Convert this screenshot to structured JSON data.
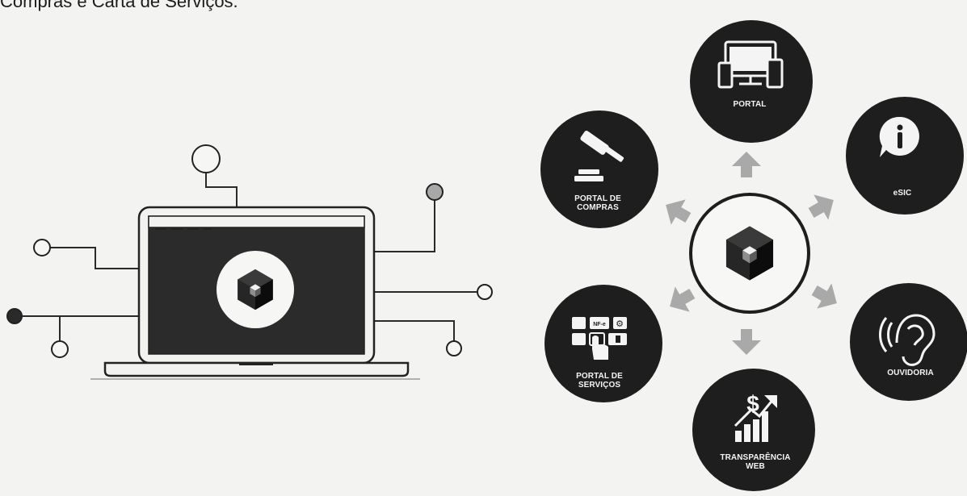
{
  "caption": "Compras e Carta de Serviços.",
  "nodes": {
    "portal": {
      "line1": "PORTAL"
    },
    "esic": {
      "line1": "eSIC"
    },
    "ouvidoria": {
      "line1": "OUVIDORIA"
    },
    "transparencia": {
      "line1": "TRANSPARÊNCIA",
      "line2": "WEB"
    },
    "portal_servicos": {
      "line1": "PORTAL DE",
      "line2": "SERVIÇOS"
    },
    "portal_compras": {
      "line1": "PORTAL DE",
      "line2": "COMPRAS"
    }
  },
  "services_icon_tiles": [
    "NF-e",
    "⚙"
  ],
  "colors": {
    "background": "#f3f3f1",
    "node_fill": "#1e1e1e",
    "screen": "#2b2b2b",
    "arrow": "#a9a9a9",
    "accent_dot": "#a8a8a8",
    "dark_dot": "#2a2a2a"
  },
  "icons": [
    "devices-icon",
    "info-chat-icon",
    "ear-icon",
    "money-chart-icon",
    "grid-hand-icon",
    "gavel-icon",
    "cube-logo-icon"
  ]
}
